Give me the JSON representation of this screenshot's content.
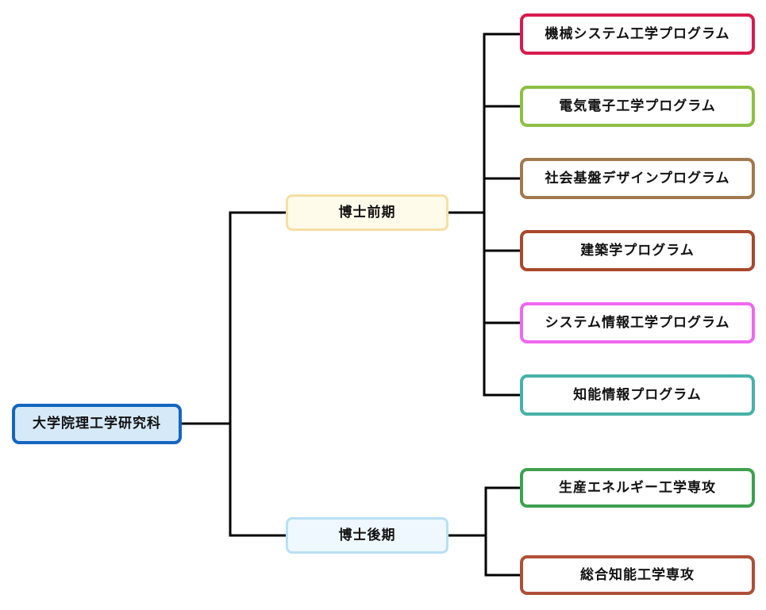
{
  "diagram": {
    "line_color": "#000000",
    "root": {
      "label": "大学院理工学研究科",
      "border_color": "#1565c0",
      "fill_color": "#d6e9f8"
    },
    "branches": [
      {
        "label": "博士前期",
        "border_color": "#f5dfa3",
        "fill_color": "#fffbeb",
        "children": [
          {
            "label": "機械システム工学プログラム",
            "border_color": "#d81a4e",
            "fill_color": "#ffffff"
          },
          {
            "label": "電気電子工学プログラム",
            "border_color": "#8ebf45",
            "fill_color": "#ffffff"
          },
          {
            "label": "社会基盤デザインプログラム",
            "border_color": "#a1794e",
            "fill_color": "#ffffff"
          },
          {
            "label": "建築学プログラム",
            "border_color": "#a9482b",
            "fill_color": "#ffffff"
          },
          {
            "label": "システム情報工学プログラム",
            "border_color": "#ef68ee",
            "fill_color": "#ffffff"
          },
          {
            "label": "知能情報プログラム",
            "border_color": "#46b2a8",
            "fill_color": "#ffffff"
          }
        ]
      },
      {
        "label": "博士後期",
        "border_color": "#b8e0f5",
        "fill_color": "#eef8fe",
        "children": [
          {
            "label": "生産エネルギー工学専攻",
            "border_color": "#3fa04f",
            "fill_color": "#ffffff"
          },
          {
            "label": "総合知能工学専攻",
            "border_color": "#af4f38",
            "fill_color": "#ffffff"
          }
        ]
      }
    ]
  }
}
